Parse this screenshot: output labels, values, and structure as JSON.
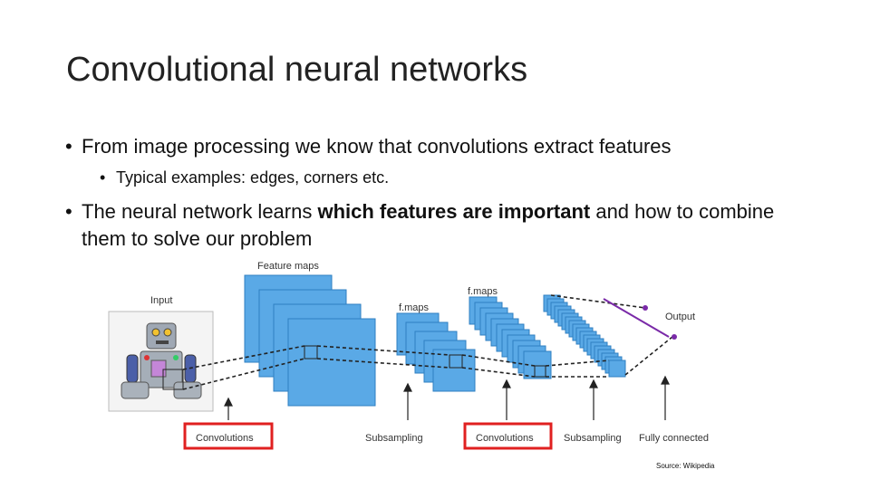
{
  "slide": {
    "title": "Convolutional neural networks",
    "bullets": [
      "From image processing we know that convolutions extract features",
      "Typical examples: edges, corners etc.",
      "The neural network learns ",
      "which features are important",
      " and how to combine them to solve our problem"
    ],
    "bullet_glyph": "•"
  },
  "diagram": {
    "labels": {
      "input": "Input",
      "feature_maps": "Feature maps",
      "f_maps_1": "f.maps",
      "f_maps_2": "f.maps",
      "output": "Output",
      "convolutions_1": "Convolutions",
      "subsampling_1": "Subsampling",
      "convolutions_2": "Convolutions",
      "subsampling_2": "Subsampling",
      "fully_connected": "Fully connected"
    },
    "colors": {
      "map_fill": "#5aa9e6",
      "map_stroke": "#2f7fc1",
      "highlight_box": "#e02020",
      "output_line": "#7a2aa8"
    }
  },
  "source": "Source: Wikipedia"
}
